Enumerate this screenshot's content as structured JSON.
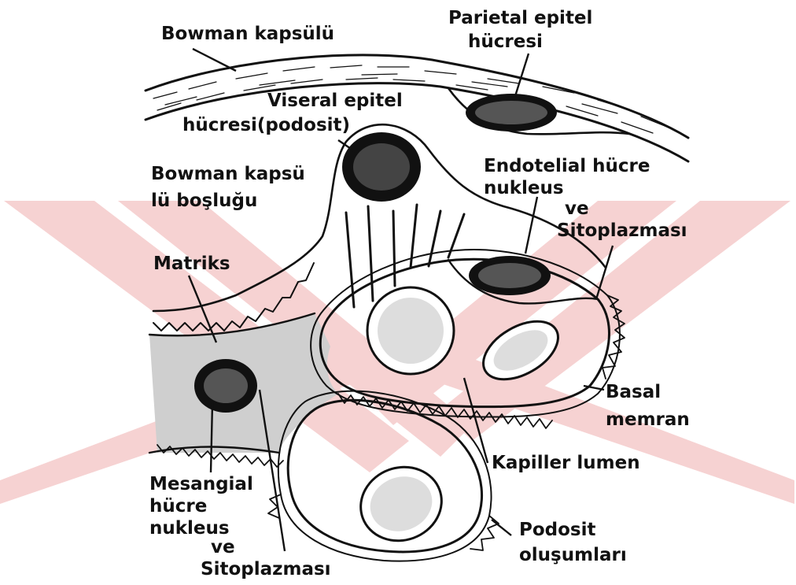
{
  "diagram": {
    "labels": {
      "bowman_capsule": "Bowman kapsülü",
      "parietal_line1": "Parietal epitel",
      "parietal_line2": "hücresi",
      "visceral_line1": "Viseral epitel",
      "visceral_line2": "hücresi(podosit)",
      "bowman_space_line1": "Bowman kapsü",
      "bowman_space_line2": "lü  boşluğu",
      "endothelial_line1": "Endotelial hücre",
      "endothelial_line2": "nukleus",
      "endothelial_line3": "ve",
      "endothelial_line4": "Sitoplazması",
      "matrix": "Matriks",
      "basal_line1": "Basal",
      "basal_line2": "memran",
      "capillary_lumen": "Kapiller lumen",
      "mesangial_line1": "Mesangial",
      "mesangial_line2": "hücre",
      "mesangial_line3": "nukleus",
      "mesangial_line4": "ve",
      "mesangial_line5": "Sitoplazması",
      "podocyte_line1": "Podosit",
      "podocyte_line2": "oluşumları"
    }
  }
}
